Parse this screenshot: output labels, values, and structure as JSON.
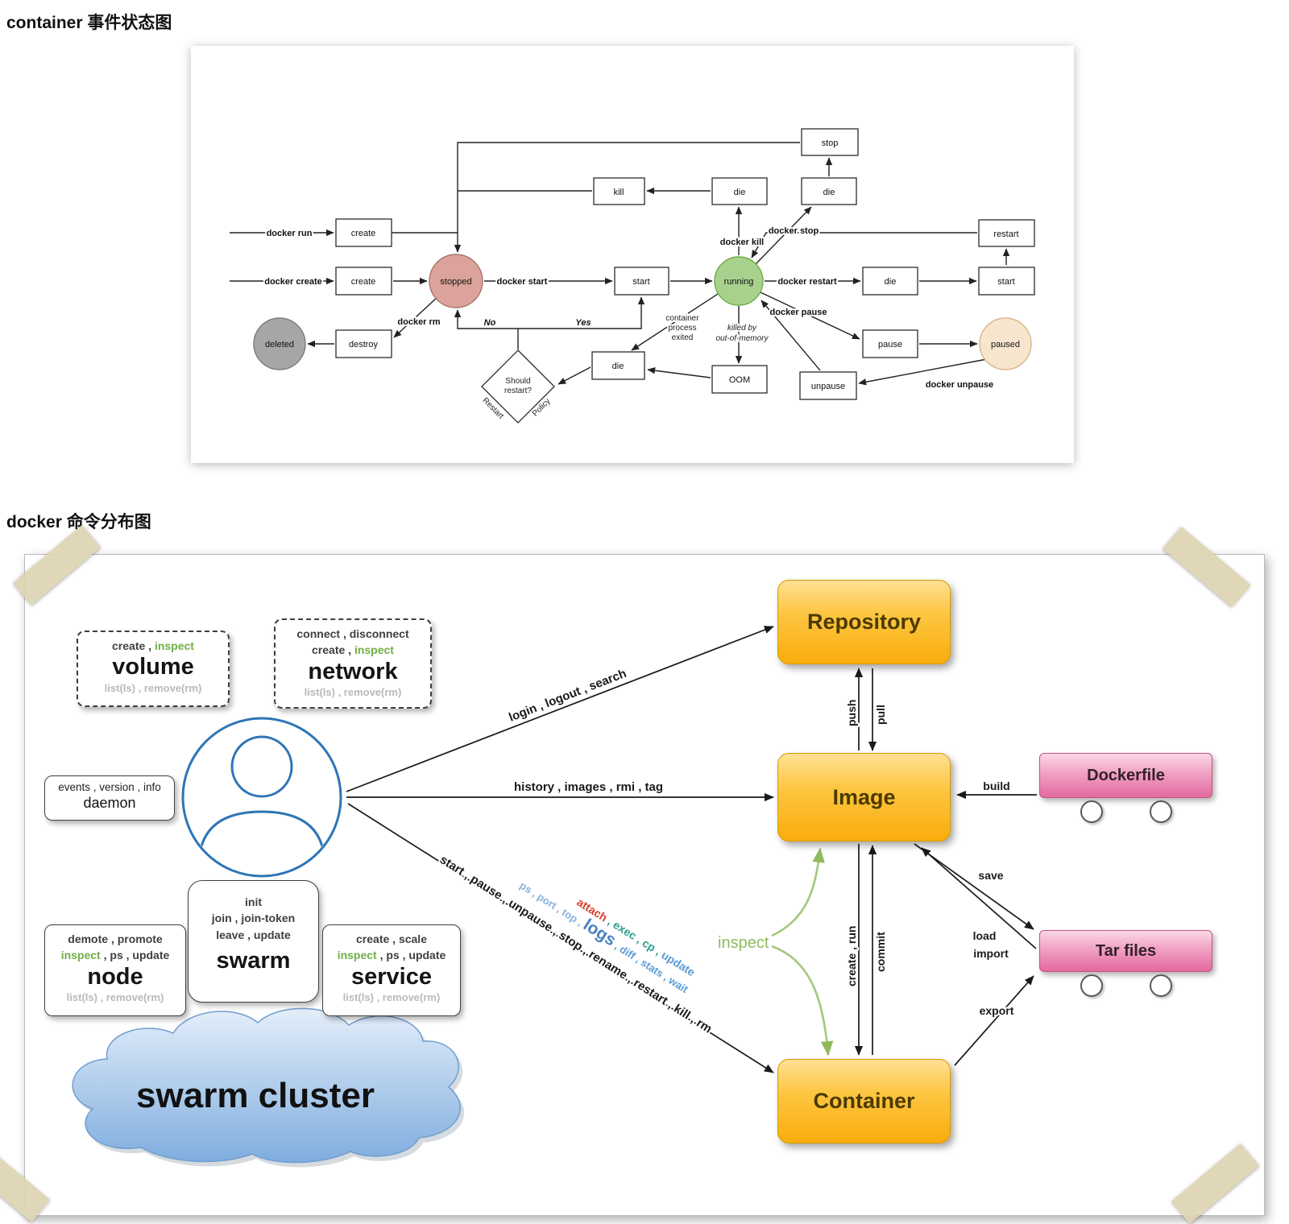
{
  "page": {
    "title1": "container 事件状态图",
    "title2": "docker 命令分布图"
  },
  "colors": {
    "accent_orange": "#f9ad0c",
    "accent_pink": "#e3699f",
    "accent_green": "#70ad47",
    "accent_blue": "#2e75b6",
    "state_running": "#a9d18e",
    "state_stopped": "#dba39b",
    "state_deleted": "#a6a6a6",
    "state_paused": "#f8e5ce"
  },
  "state": {
    "boxes": {
      "stop": "stop",
      "kill": "kill",
      "die1": "die",
      "die2": "die",
      "create_run": "create",
      "restart": "restart",
      "create_create": "create",
      "start_main": "start",
      "die_restart": "die",
      "start_restart": "start",
      "destroy": "destroy",
      "pause": "pause",
      "die_exit": "die",
      "oom": "OOM",
      "unpause": "unpause"
    },
    "circles": {
      "stopped": "stopped",
      "running": "running",
      "deleted": "deleted",
      "paused": "paused"
    },
    "diamond": {
      "line1": "Should",
      "line2": "restart?"
    },
    "labels": {
      "docker_run": "docker run",
      "docker_create": "docker create",
      "docker_start": "docker start",
      "docker_rm": "docker rm",
      "docker_kill": "docker kill",
      "docker_stop": "docker stop",
      "docker_restart": "docker restart",
      "docker_pause": "docker pause",
      "docker_unpause": "docker unpause",
      "no": "No",
      "yes": "Yes",
      "restart_edge": "Restart",
      "policy_edge": "Policy",
      "exited1": "container",
      "exited2": "process",
      "exited3": "exited",
      "oom1": "killed by",
      "oom2": "out-of-memory"
    }
  },
  "cmd": {
    "volume": {
      "l1a": "create , ",
      "l1b": "inspect",
      "name": "volume",
      "l2": "list(ls) , remove(rm)"
    },
    "network": {
      "l1": "connect , disconnect",
      "l2a": "create , ",
      "l2b": "inspect",
      "name": "network",
      "l3": "list(ls) , remove(rm)"
    },
    "daemon": {
      "l1": "events , version , info",
      "name": "daemon"
    },
    "node": {
      "l1": "demote , promote",
      "l2a": "inspect",
      "l2b": " , ps , update",
      "name": "node",
      "l3": "list(ls) , remove(rm)"
    },
    "swarm": {
      "l1": "init",
      "l2": "join , join-token",
      "l3": "leave , update",
      "name": "swarm"
    },
    "service": {
      "l1": "create , scale",
      "l2a": "inspect",
      "l2b": " , ps , update",
      "name": "service",
      "l3": "list(ls) , remove(rm)"
    },
    "cloud": "swarm cluster",
    "entities": {
      "repository": "Repository",
      "image": "Image",
      "container": "Container",
      "dockerfile": "Dockerfile",
      "tar": "Tar files"
    },
    "edges": {
      "repo": "login , logout , search",
      "image": "history , images , rmi , tag",
      "c_black": "start , pause , unpause , stop , rename , restart , kill , rm",
      "c_blue_a": "ps , port , top , ",
      "c_blue_b": "logs",
      "c_blue_c": " , diff , stats , wait",
      "c_red_a": "attach",
      "c_red_b": " , exec , cp ,",
      "c_red_c": " update",
      "push": "push",
      "pull": "pull",
      "create_run": "create , run",
      "commit": "commit",
      "build": "build",
      "save": "save",
      "load": "load",
      "import": "import",
      "export": "export",
      "inspect": "inspect"
    }
  }
}
